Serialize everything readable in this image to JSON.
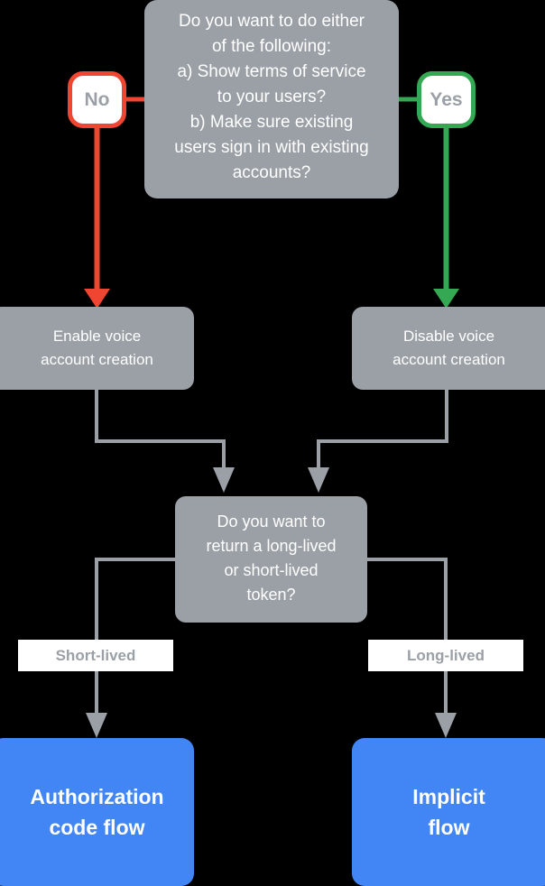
{
  "diagram": {
    "title": "Voice account linking flow decision chart",
    "background": "#000000",
    "colors": {
      "gray_node": "#9AA0A6",
      "blue_terminal": "#4285F4",
      "no_accent": "#F04530",
      "yes_accent": "#34A853",
      "connector": "#9AA0A6",
      "node_text": "#FFFFFF",
      "label_text": "#9AA0A6",
      "label_background": "#FFFFFF"
    },
    "nodes": {
      "question_top": {
        "text": "Do you want to do either\nof the following:\na) Show terms of service\nto your users?\nb) Make sure existing\nusers sign in with existing\naccounts?",
        "type": "decision"
      },
      "no_pill": {
        "text": "No",
        "type": "choice"
      },
      "yes_pill": {
        "text": "Yes",
        "type": "choice"
      },
      "enable_box": {
        "text": "Enable voice\naccount creation",
        "type": "action"
      },
      "disable_box": {
        "text": "Disable voice\naccount creation",
        "type": "action"
      },
      "question_token": {
        "text": "Do you want to\nreturn a long-lived\nor short-lived\ntoken?",
        "type": "decision"
      },
      "authorization_code_flow": {
        "text": "Authorization\ncode flow",
        "type": "terminal"
      },
      "implicit_flow": {
        "text": "Implicit\nflow",
        "type": "terminal"
      }
    },
    "edge_labels": {
      "short_lived": "Short-lived",
      "long_lived": "Long-lived"
    },
    "edges": [
      {
        "from": "question_top",
        "to": "no_pill",
        "label": "No",
        "color": "#F04530"
      },
      {
        "from": "question_top",
        "to": "yes_pill",
        "label": "Yes",
        "color": "#34A853"
      },
      {
        "from": "no_pill",
        "to": "enable_box",
        "label": "",
        "color": "#F04530"
      },
      {
        "from": "yes_pill",
        "to": "disable_box",
        "label": "",
        "color": "#34A853"
      },
      {
        "from": "enable_box",
        "to": "question_token",
        "label": "",
        "color": "#9AA0A6"
      },
      {
        "from": "disable_box",
        "to": "question_token",
        "label": "",
        "color": "#9AA0A6"
      },
      {
        "from": "question_token",
        "to": "authorization_code_flow",
        "label": "Short-lived",
        "color": "#9AA0A6"
      },
      {
        "from": "question_token",
        "to": "implicit_flow",
        "label": "Long-lived",
        "color": "#9AA0A6"
      }
    ]
  }
}
